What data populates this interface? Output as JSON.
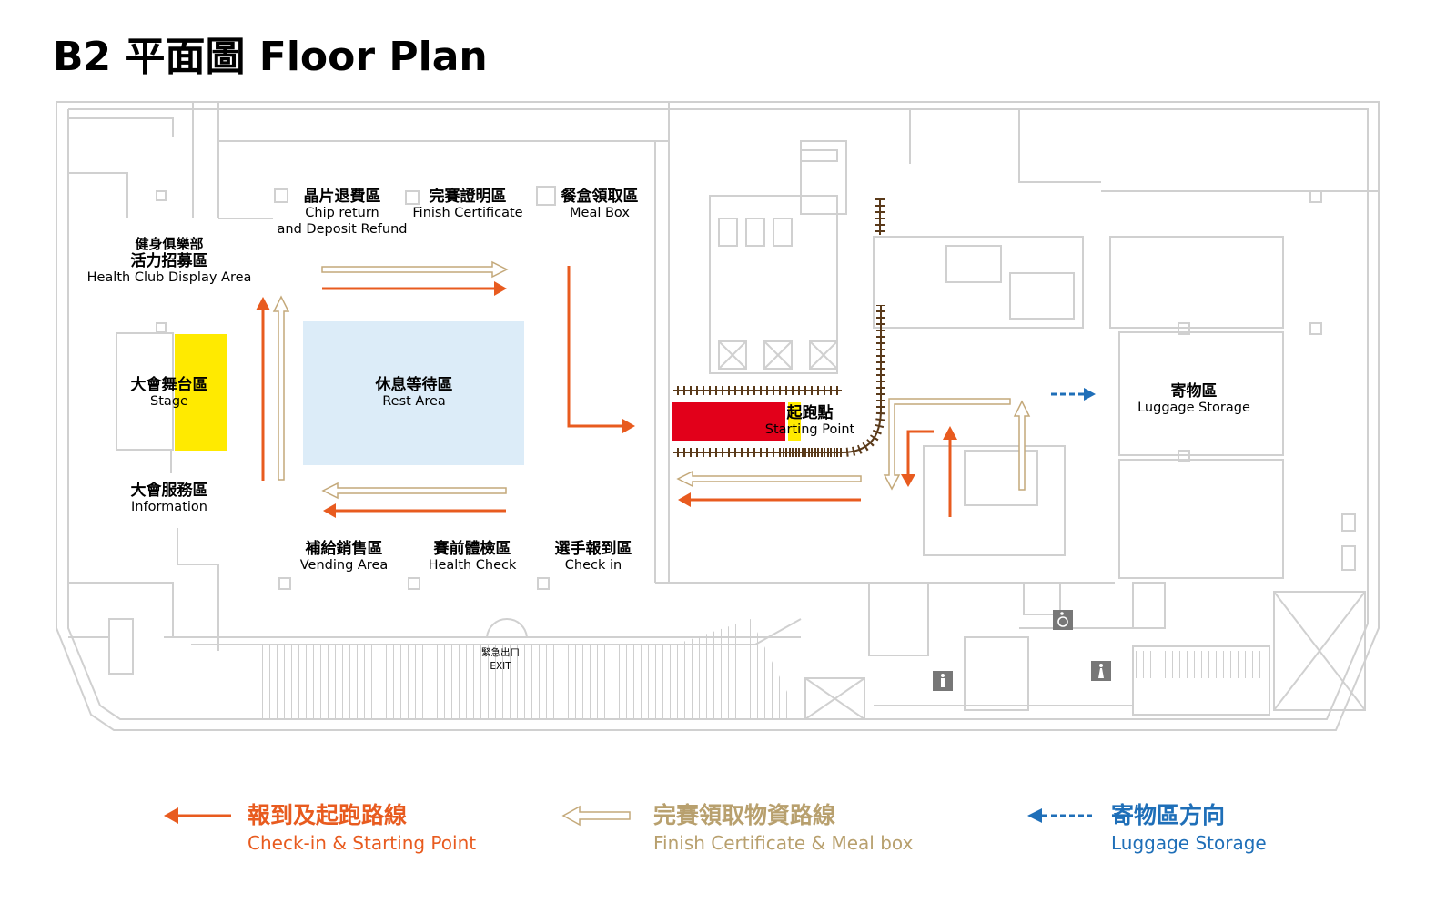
{
  "title": "B2 平面圖 Floor Plan",
  "colors": {
    "wall": "#d0d0d0",
    "checkin_route": "#e85b1f",
    "finish_route": "#c4a97a",
    "luggage_route": "#1f6fb8",
    "stage": "#ffea00",
    "rest_area": "#dcecf8",
    "start_block": "#e2001a",
    "track": "#5a3a1a"
  },
  "zones": {
    "chip": {
      "zh": "晶片退費區",
      "en1": "Chip return",
      "en2": "and Deposit Refund"
    },
    "finish": {
      "zh": "完賽證明區",
      "en": "Finish Certificate"
    },
    "meal": {
      "zh": "餐盒領取區",
      "en": "Meal Box"
    },
    "club": {
      "zh1": "健身俱樂部",
      "zh2": "活力招募區",
      "en": "Health Club Display Area"
    },
    "stage": {
      "zh": "大會舞台區",
      "en": "Stage"
    },
    "rest": {
      "zh": "休息等待區",
      "en": "Rest Area"
    },
    "info": {
      "zh": "大會服務區",
      "en": "Information"
    },
    "vending": {
      "zh": "補給銷售區",
      "en": "Vending Area"
    },
    "health": {
      "zh": "賽前體檢區",
      "en": "Health Check"
    },
    "checkin": {
      "zh": "選手報到區",
      "en": "Check in"
    },
    "start": {
      "zh": "起跑點",
      "en": "Starting Point"
    },
    "luggage": {
      "zh": "寄物區",
      "en": "Luggage Storage"
    },
    "exit": {
      "zh": "緊急出口",
      "en": "EXIT"
    }
  },
  "legend": {
    "checkin": {
      "zh": "報到及起跑路線",
      "en": "Check-in & Starting Point"
    },
    "finish": {
      "zh": "完賽領取物資路線",
      "en": "Finish Certificate & Meal box"
    },
    "luggage": {
      "zh": "寄物區方向",
      "en": "Luggage Storage"
    }
  },
  "icons": [
    "wheelchair-icon",
    "restroom-icon",
    "restroom-icon"
  ]
}
